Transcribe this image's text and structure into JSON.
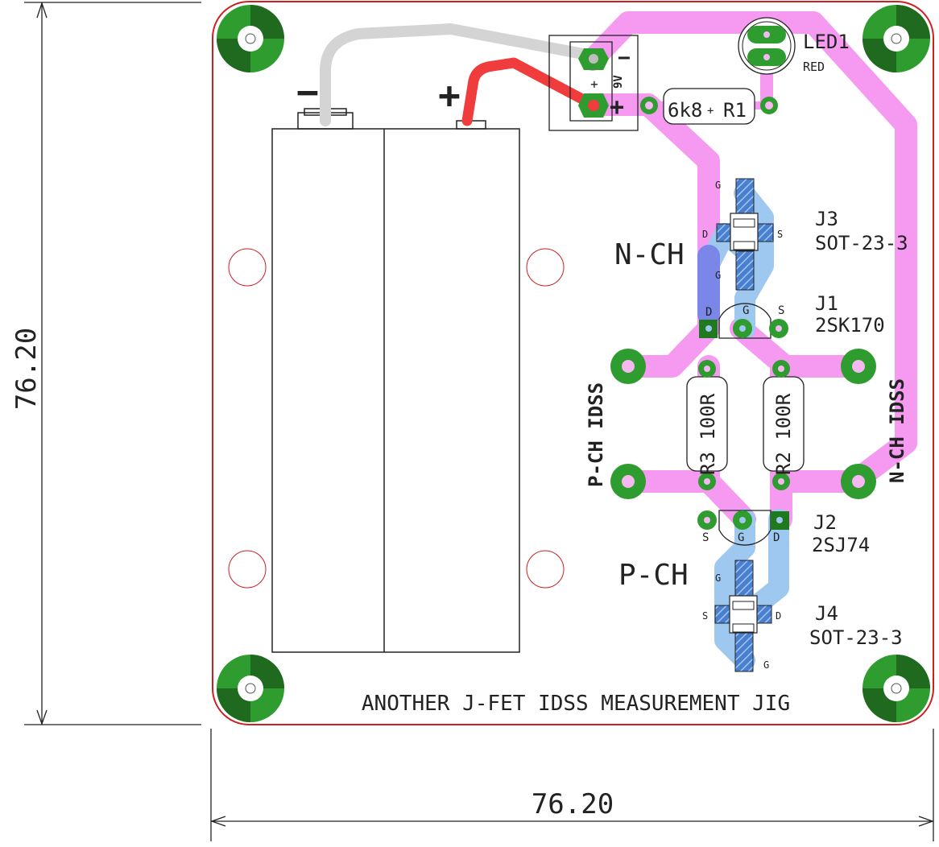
{
  "dimensions": {
    "vertical": "76.20",
    "horizontal": "76.20"
  },
  "board_title": "ANOTHER J-FET IDSS MEASUREMENT JIG",
  "battery": {
    "minus": "−",
    "plus": "+"
  },
  "power_connector": {
    "minus": "−",
    "label": "9V",
    "plus": "+",
    "small_plus": "+"
  },
  "r1": {
    "value": "6k8",
    "ref": "R1",
    "plus": "+"
  },
  "led1": {
    "ref": "LED1",
    "color": "RED"
  },
  "j3": {
    "ref": "J3",
    "type": "SOT-23-3",
    "pin_g_top": "G",
    "pin_d": "D",
    "pin_s": "S",
    "pin_g_bottom": "G"
  },
  "j1": {
    "ref": "J1",
    "type": "2SK170",
    "pin_d": "D",
    "pin_g": "G",
    "pin_s": "S"
  },
  "j2": {
    "ref": "J2",
    "type": "2SJ74",
    "pin_s": "S",
    "pin_g": "G",
    "pin_d": "D"
  },
  "j4": {
    "ref": "J4",
    "type": "SOT-23-3",
    "pin_g_top": "G",
    "pin_s": "S",
    "pin_d": "D",
    "pin_g_bottom": "G"
  },
  "r3": {
    "text": "R3 100R"
  },
  "r2": {
    "text": "R2 100R"
  },
  "labels": {
    "n_ch": "N-CH",
    "p_ch": "P-CH",
    "p_ch_idss": "P-CH IDSS",
    "n_ch_idss": "N-CH IDSS"
  },
  "colors": {
    "board_outline": "#cc2020",
    "front_copper": "#f59af0",
    "back_copper": "#9ec8f0",
    "pad_ring": "#2e9c2e",
    "pad_dark": "#1f6a1f",
    "wire_positive": "#f03c3c",
    "wire_negative": "#d4d4d4",
    "silkscreen": "#222222"
  }
}
